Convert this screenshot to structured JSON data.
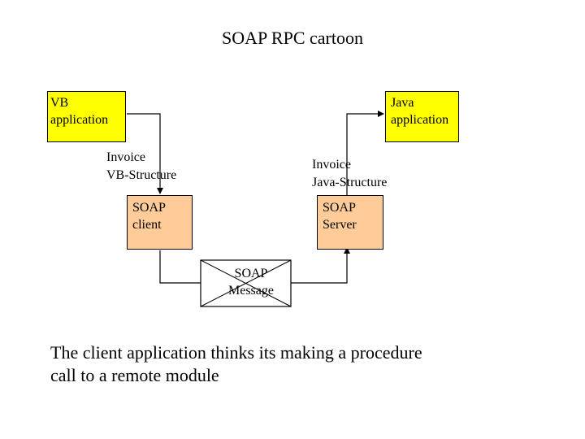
{
  "title": "SOAP RPC cartoon",
  "vb_app": {
    "line1": "VB",
    "line2": "application",
    "color": "#ffff00"
  },
  "java_app": {
    "line1": "Java",
    "line2": "application",
    "color": "#ffff00"
  },
  "invoice_vb": {
    "line1": "Invoice",
    "line2": "VB-Structure"
  },
  "invoice_java": {
    "line1": "Invoice",
    "line2": "Java-Structure"
  },
  "soap_client": {
    "line1": "SOAP",
    "line2": "client",
    "color": "#ffcc99"
  },
  "soap_server": {
    "line1": "SOAP",
    "line2": "Server",
    "color": "#ffcc99"
  },
  "soap_message": {
    "line1": "SOAP",
    "line2": "Message",
    "icon": "envelope-icon"
  },
  "caption": {
    "line1": "The client application thinks its making a procedure",
    "line2": "call to a remote module"
  }
}
